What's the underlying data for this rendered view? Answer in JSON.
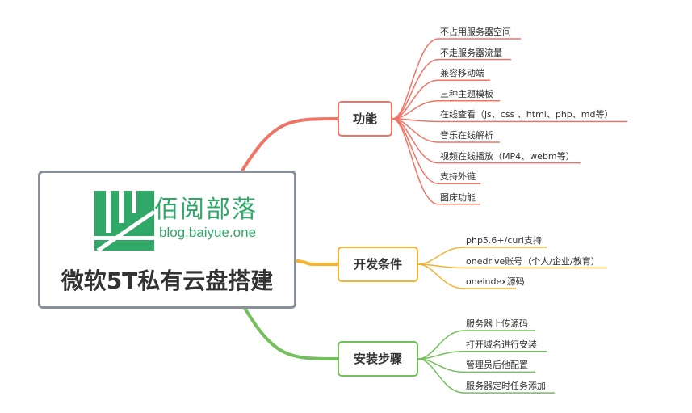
{
  "root": {
    "logo_cn": "佰阅部落",
    "logo_en": "blog.baiyue.one",
    "title": "微软5T私有云盘搭建"
  },
  "colors": {
    "features": "#f07466",
    "requirements": "#f3b22f",
    "install": "#72c05a",
    "root_border": "#8a9099",
    "logo": "#2fa868"
  },
  "branches": [
    {
      "key": "features",
      "label": "功能",
      "children": [
        "不占用服务器空间",
        "不走服务器流量",
        "兼容移动端",
        "三种主题模板",
        "在线查看（js、css 、html、php、md等）",
        "音乐在线解析",
        "视频在线播放（MP4、webm等）",
        "支持外链",
        "图床功能"
      ]
    },
    {
      "key": "requirements",
      "label": "开发条件",
      "children": [
        "php5.6+/curl支持",
        "onedrive账号（个人/企业/教育）",
        "oneindex源码"
      ]
    },
    {
      "key": "install",
      "label": "安装步骤",
      "children": [
        "服务器上传源码",
        "打开域名进行安装",
        "管理员后他配置",
        "服务器定时任务添加"
      ]
    }
  ]
}
